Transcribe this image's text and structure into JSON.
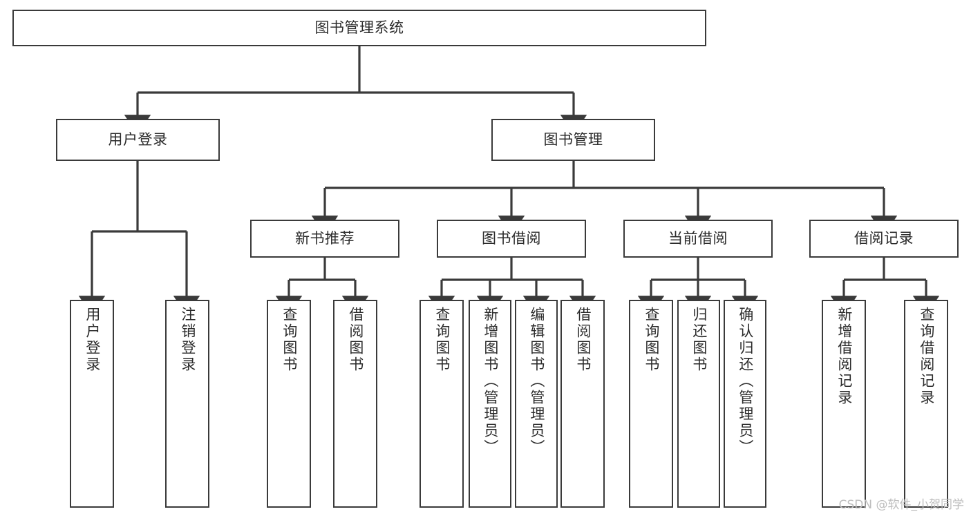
{
  "diagram": {
    "title": "图书管理系统",
    "type": "tree-hierarchy-chart",
    "orientation": "top-down",
    "colors": {
      "node_border": "#3a3a3a",
      "node_fill": "#ffffff",
      "edge": "#3a3a3a",
      "text": "#2b2b2b",
      "watermark": "#bdbdbd",
      "background": "#ffffff"
    }
  },
  "root": {
    "id": "root",
    "label": "图书管理系统",
    "text_direction": "horizontal"
  },
  "level2": [
    {
      "id": "user-login",
      "label": "用户登录",
      "text_direction": "horizontal"
    },
    {
      "id": "book-manage",
      "label": "图书管理",
      "text_direction": "horizontal"
    }
  ],
  "level3": [
    {
      "id": "new-book-recommend",
      "label": "新书推荐",
      "parent": "book-manage",
      "text_direction": "horizontal"
    },
    {
      "id": "book-borrow",
      "label": "图书借阅",
      "parent": "book-manage",
      "text_direction": "horizontal"
    },
    {
      "id": "current-borrow",
      "label": "当前借阅",
      "parent": "book-manage",
      "text_direction": "horizontal"
    },
    {
      "id": "borrow-record",
      "label": "借阅记录",
      "parent": "book-manage",
      "text_direction": "horizontal"
    }
  ],
  "leaves": [
    {
      "id": "leaf-user-login",
      "label": "用户登录",
      "parent": "user-login",
      "text_direction": "vertical"
    },
    {
      "id": "leaf-user-logout",
      "label": "注销登录",
      "parent": "user-login",
      "text_direction": "vertical"
    },
    {
      "id": "leaf-query-book-1",
      "label": "查询图书",
      "parent": "new-book-recommend",
      "text_direction": "vertical"
    },
    {
      "id": "leaf-borrow-book-1",
      "label": "借阅图书",
      "parent": "new-book-recommend",
      "text_direction": "vertical"
    },
    {
      "id": "leaf-query-book-2",
      "label": "查询图书",
      "parent": "book-borrow",
      "text_direction": "vertical"
    },
    {
      "id": "leaf-add-book",
      "label": "新增图书（管理员）",
      "parent": "book-borrow",
      "text_direction": "vertical"
    },
    {
      "id": "leaf-edit-book",
      "label": "编辑图书（管理员）",
      "parent": "book-borrow",
      "text_direction": "vertical"
    },
    {
      "id": "leaf-borrow-book-2",
      "label": "借阅图书",
      "parent": "book-borrow",
      "text_direction": "vertical"
    },
    {
      "id": "leaf-query-book-3",
      "label": "查询图书",
      "parent": "current-borrow",
      "text_direction": "vertical"
    },
    {
      "id": "leaf-return-book",
      "label": "归还图书",
      "parent": "current-borrow",
      "text_direction": "vertical"
    },
    {
      "id": "leaf-confirm-return",
      "label": "确认归还（管理员）",
      "parent": "current-borrow",
      "text_direction": "vertical"
    },
    {
      "id": "leaf-add-record",
      "label": "新增借阅记录",
      "parent": "borrow-record",
      "text_direction": "vertical"
    },
    {
      "id": "leaf-query-record",
      "label": "查询借阅记录",
      "parent": "borrow-record",
      "text_direction": "vertical"
    }
  ],
  "watermark": {
    "text": "CSDN @软件_小贺同学"
  }
}
